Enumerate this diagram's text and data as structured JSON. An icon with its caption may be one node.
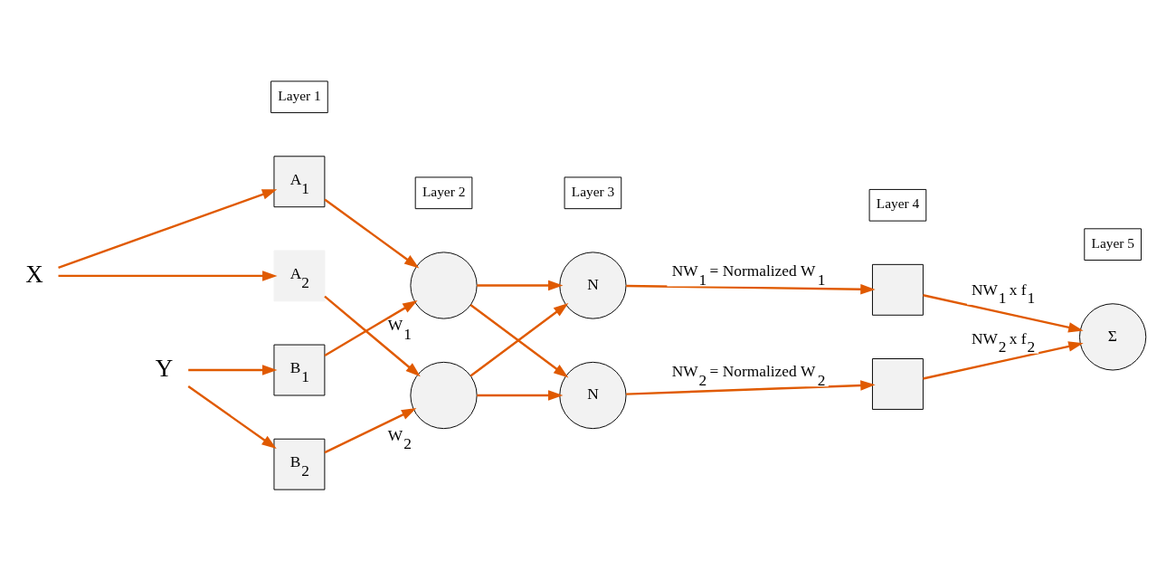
{
  "diagram": {
    "nodes": [
      {
        "text": [
          "Layer 1"
        ]
      },
      {
        "text": [
          "Layer 2"
        ]
      },
      {
        "text": [
          "Layer 3"
        ]
      },
      {
        "text": [
          "Layer 4"
        ]
      },
      {
        "text": [
          "Layer 5"
        ]
      },
      {
        "text": [
          "X"
        ]
      },
      {
        "text": [
          "Y"
        ]
      },
      {
        "text": [
          "A$_{1}$"
        ]
      },
      {
        "text": [
          "A$_{2}$"
        ]
      },
      {
        "text": [
          "B$_{1}$"
        ]
      },
      {
        "text": [
          "B$_{2}$"
        ]
      },
      {
        "text": [],
        "shape": "circle",
        "beside": [
          "W$_{1}$"
        ]
      },
      {
        "text": [],
        "shape": "circle",
        "beside": [
          "W$_{2}$"
        ]
      },
      {
        "text": [
          "N"
        ]
      },
      {
        "text": [
          "N"
        ]
      },
      {
        "text": [],
        "shape": "box"
      },
      {
        "text": [],
        "shape": "box"
      },
      {
        "text": [
          "Σ"
        ]
      }
    ],
    "edges": [
      {
        "from": 5,
        "to": 7,
        "arrow": "to"
      },
      {
        "from": 5,
        "to": 8,
        "arrow": "to"
      },
      {
        "from": 6,
        "to": 9,
        "arrow": "to"
      },
      {
        "from": 6,
        "to": 10,
        "arrow": "to"
      },
      {
        "from": 7,
        "to": 11,
        "arrow": "to"
      },
      {
        "from": 8,
        "to": 12,
        "arrow": "to"
      },
      {
        "from": 9,
        "to": 11,
        "arrow": "to"
      },
      {
        "from": 10,
        "to": 12,
        "arrow": "to"
      },
      {
        "from": 11,
        "to": 13,
        "arrow": "to"
      },
      {
        "from": 11,
        "to": 14,
        "arrow": "to"
      },
      {
        "from": 12,
        "to": 13,
        "arrow": "to"
      },
      {
        "from": 12,
        "to": 14,
        "arrow": "to"
      },
      {
        "from": 13,
        "to": 15,
        "arrow": "to",
        "label": "NW$_{1}$ = Normalized W$_{1}$"
      },
      {
        "from": 14,
        "to": 16,
        "arrow": "to",
        "label": "NW$_{2}$ = Normalized W$_{2}$"
      },
      {
        "from": 15,
        "to": 17,
        "arrow": "to",
        "label": "NW$_{1}$ x f$_{1}$"
      },
      {
        "from": 16,
        "to": 17,
        "arrow": "to",
        "label": "NW$_{2}$ x f$_{2}$"
      }
    ]
  }
}
